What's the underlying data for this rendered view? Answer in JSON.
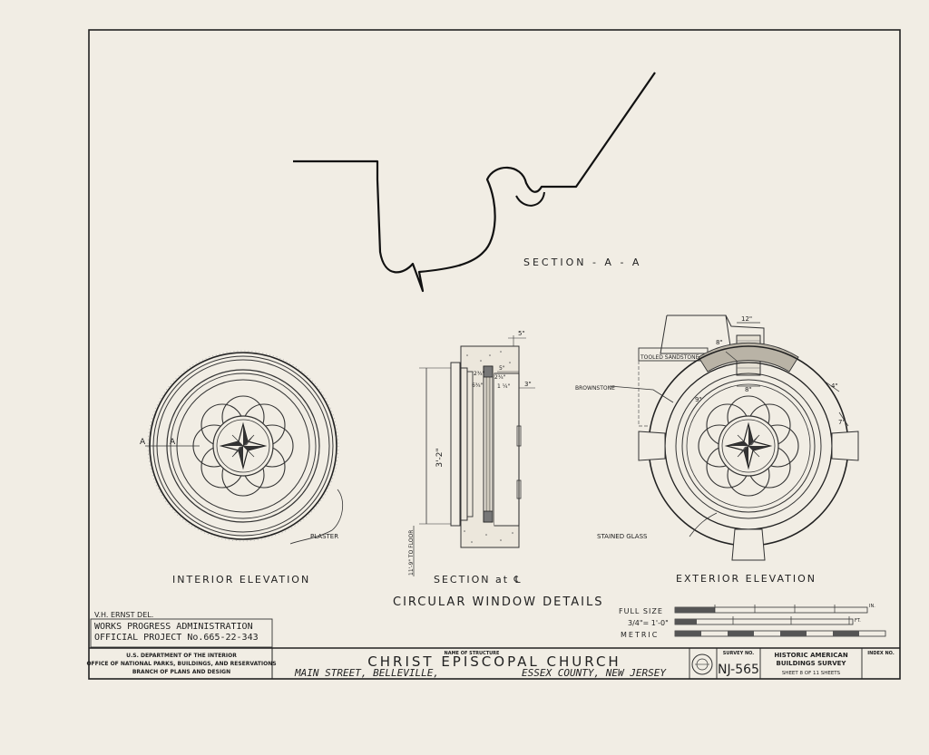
{
  "section_aa_label": "SECTION - A - A",
  "interior": {
    "title": "INTERIOR ELEVATION",
    "cut_mark_left": "A",
    "cut_mark_right": "A",
    "plaster_note": "PLASTER"
  },
  "section": {
    "title": "SECTION at ℄",
    "dim_top_a": "5\"",
    "dim_top_b": "5\"",
    "dim_frame_1": "2¾\"",
    "dim_frame_2": "2¾\"",
    "dim_frame_3": "6¾\"",
    "dim_frame_4": "1 ¼\"",
    "dim_right": "3\"",
    "dim_height": "3'-2\"",
    "floor_note": "11'-9\" TO FLOOR"
  },
  "exterior": {
    "title": "EXTERIOR ELEVATION",
    "sandstone_note": "TOOLED SANDSTONE",
    "brownstone_note": "BROWNSTONE",
    "glass_note": "STAINED GLASS",
    "dim_12": "12\"",
    "dim_8a": "8\"",
    "dim_8b": "8\"",
    "dim_9": "9\"",
    "dim_4": "4\"",
    "dim_7": "7\""
  },
  "drawing_title": "CIRCULAR WINDOW DETAILS",
  "scales": {
    "full_size": "FULL SIZE",
    "three_quarter": "3/4\"= 1'-0\"",
    "metric": "METRIC",
    "in_unit": "IN.",
    "ft_unit": "FT."
  },
  "delineator": "V.H. ERNST  DEL.",
  "wpa": {
    "line1": "WORKS PROGRESS ADMINISTRATION",
    "line2": "OFFICIAL PROJECT  No.665-22-343"
  },
  "title_block": {
    "agency_line1": "U.S. DEPARTMENT OF THE INTERIOR",
    "agency_line2": "OFFICE OF NATIONAL PARKS, BUILDINGS, AND RESERVATIONS",
    "agency_line3": "BRANCH OF PLANS AND DESIGN",
    "name_of_structure_label": "NAME OF STRUCTURE",
    "structure_name": "CHRIST   EPISCOPAL   CHURCH",
    "location_left": "MAIN STREET, BELLEVILLE,",
    "location_right": "ESSEX COUNTY, NEW JERSEY",
    "survey_no_label": "SURVEY NO.",
    "survey_no": "NJ-565",
    "habs_line1": "HISTORIC AMERICAN",
    "habs_line2": "BUILDINGS SURVEY",
    "sheet_info": "SHEET  8  OF  11  SHEETS",
    "index_label": "INDEX NO."
  }
}
